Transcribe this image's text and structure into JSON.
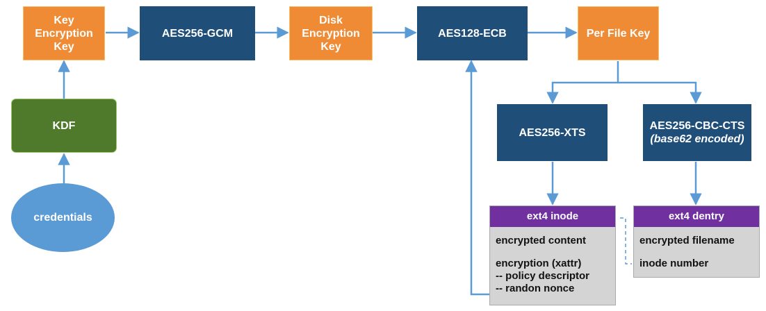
{
  "colors": {
    "accent_orange": "#ef8b34",
    "navy": "#1f4e79",
    "kdf_green": "#4f7a2c",
    "credentials_blue": "#5b9bd5",
    "header_purple": "#7030a0",
    "card_gray": "#d4d4d4",
    "arrow_blue": "#5b9bd5"
  },
  "nodes": {
    "kek": {
      "line1": "Key",
      "line2": "Encryption",
      "line3": "Key"
    },
    "aes256gcm": {
      "label": "AES256-GCM"
    },
    "dek": {
      "line1": "Disk",
      "line2": "Encryption",
      "line3": "Key"
    },
    "aes128ecb": {
      "label": "AES128-ECB"
    },
    "per_file_key": {
      "label": "Per File Key"
    },
    "kdf": {
      "label": "KDF"
    },
    "credentials": {
      "label": "credentials"
    },
    "aes256xts": {
      "label": "AES256-XTS"
    },
    "aes256cbccts": {
      "label": "AES256-CBC-CTS",
      "sublabel": "(base62 encoded)"
    }
  },
  "inode_card": {
    "title": "ext4 inode",
    "row1": "encrypted content",
    "row2_line1": "encryption (xattr)",
    "row2_line2": "-- policy descriptor",
    "row2_line3": "-- randon nonce"
  },
  "dentry_card": {
    "title": "ext4 dentry",
    "row1": "encrypted filename",
    "row2": "inode number"
  }
}
